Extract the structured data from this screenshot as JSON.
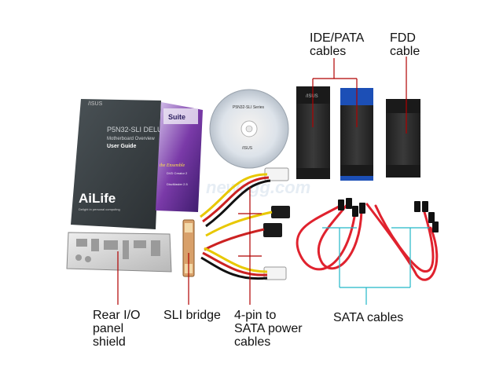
{
  "labels": {
    "ide_pata": "IDE/PATA\ncables",
    "fdd": "FDD\ncable",
    "rear_io": "Rear I/O\npanel\nshield",
    "sli_bridge": "SLI bridge",
    "power_cables": "4-pin to\nSATA power\ncables",
    "sata": "SATA cables"
  },
  "manual": {
    "brand": "/ISUS",
    "model": "P5N32-SLI DELUXE",
    "subtitle": "Motherboard Overview",
    "title": "User Guide",
    "logo": "AiLife",
    "tagline": "Delight in personal computing"
  },
  "suite_card": {
    "title": "Suite",
    "line1": "the Ensemble",
    "line2": "DVD Creator 2",
    "line3": "DiscMaster 2.5"
  },
  "cd": {
    "title": "P5N32-SLI Series",
    "brand": "/ISUS"
  },
  "cable_brand": "/ISUS",
  "watermark": "newegg.com",
  "colors": {
    "callout_line": "#b00000",
    "sata_leader": "#22b8c8",
    "sata_cable": "#e0222e",
    "ribbon": "#2a2a2a",
    "ide_blue": "#1c4fb6",
    "manual": "#3b4145"
  }
}
